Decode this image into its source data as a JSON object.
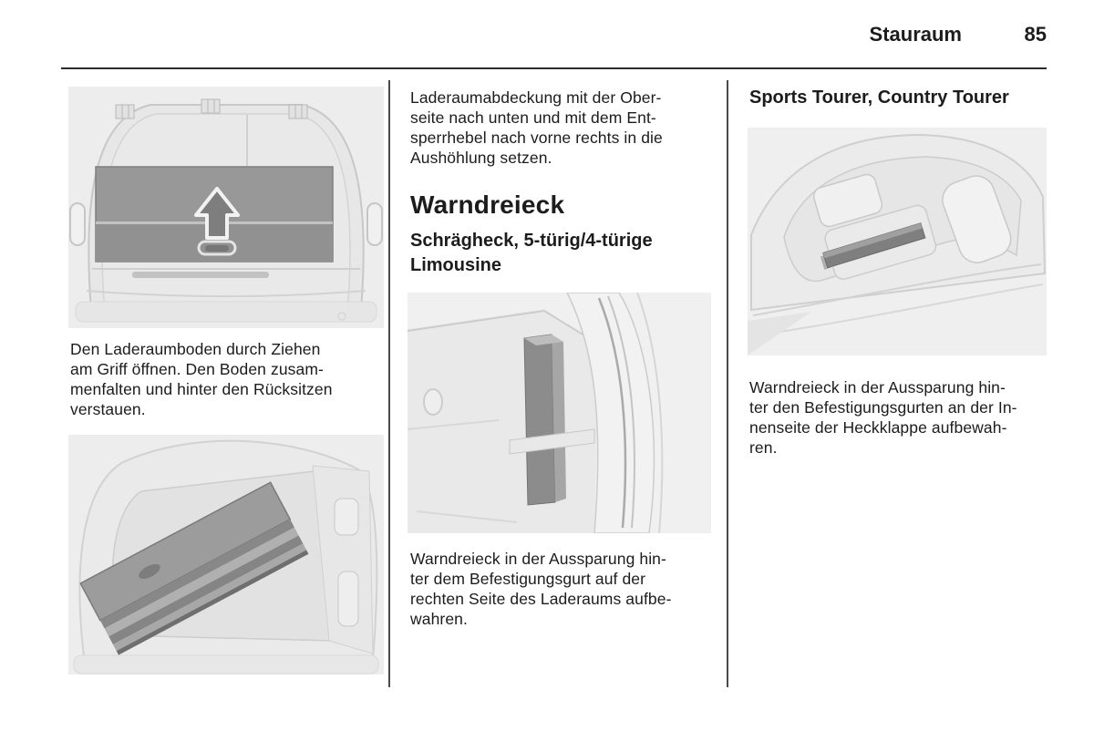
{
  "header": {
    "title": "Stauraum",
    "page_number": "85"
  },
  "col1": {
    "para1": "Den Laderaumboden durch Ziehen\nam Griff öffnen. Den Boden zusam-\nmenfalten und hinter den Rücksitzen\nverstauen."
  },
  "col2": {
    "para1": "Laderaumabdeckung mit der Ober-\nseite nach unten und mit dem Ent-\nsperrhebel nach vorne rechts in die\nAushöhlung setzen.",
    "heading": "Warndreieck",
    "subheading": "Schrägheck, 5-türig/4-türige\nLimousine",
    "para2": "Warndreieck in der Aussparung hin-\nter dem Befestigungsgurt auf der\nrechten Seite des Laderaums aufbe-\nwahren."
  },
  "col3": {
    "heading": "Sports Tourer, Country Tourer",
    "para1": "Warndreieck in der Aussparung hin-\nter den Befestigungsgurten an der In-\nnenseite der Heckklappe aufbewah-\nren."
  },
  "icons": {
    "up_arrow": "up-arrow"
  },
  "colors": {
    "text": "#1c1c1c",
    "rule": "#2b2b2b",
    "divider": "#4a4a4a",
    "figure_background": "#ededed",
    "panel_dark_gray": "#989898",
    "line_art_gray": "#c9c9c9"
  }
}
